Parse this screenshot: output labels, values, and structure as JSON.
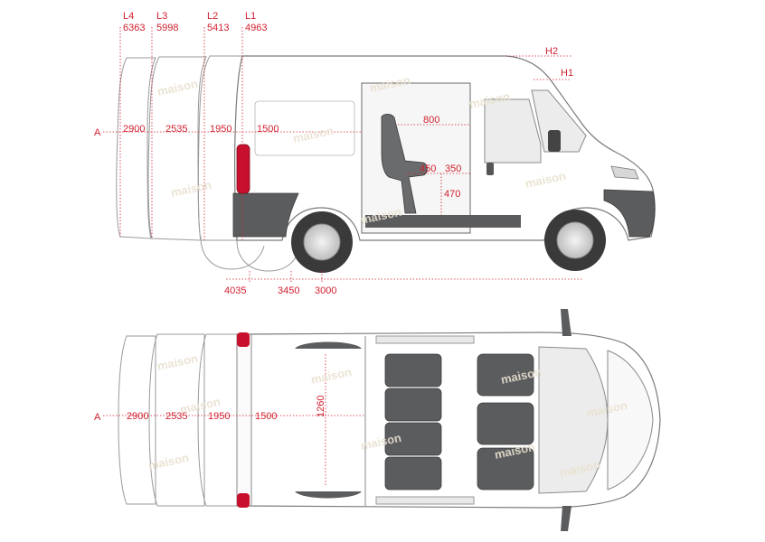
{
  "side_view": {
    "lengths": [
      {
        "code": "L4",
        "value": "6363"
      },
      {
        "code": "L3",
        "value": "5998"
      },
      {
        "code": "L2",
        "value": "5413"
      },
      {
        "code": "L1",
        "value": "4963"
      }
    ],
    "heights": [
      "H2",
      "H1"
    ],
    "axis_label": "A",
    "cargo_lengths": [
      "2900",
      "2535",
      "1950",
      "1500"
    ],
    "cab_depth": "800",
    "seat_dims": [
      "450",
      "350",
      "470"
    ],
    "wheelbases": [
      "4035",
      "3450",
      "3000"
    ]
  },
  "top_view": {
    "axis_label": "A",
    "cargo_lengths": [
      "2900",
      "2535",
      "1950",
      "1500"
    ],
    "width_between_arches": "1260"
  },
  "watermark": "maison",
  "colors": {
    "dimension": "#d1202f",
    "body": "#ffffff",
    "trim": "#5b5c5e",
    "taillight": "#c8102e"
  }
}
